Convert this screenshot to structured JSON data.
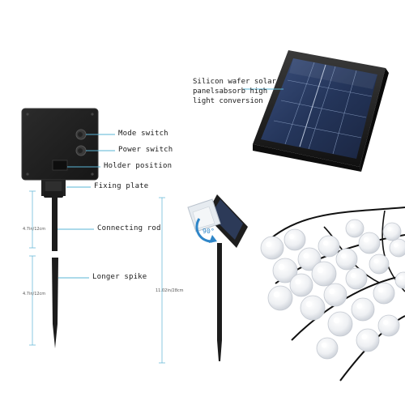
{
  "labels": {
    "solar_line1": "Silicon wafer solar",
    "solar_line2": "panelsabsorb high",
    "solar_line3": "light conversion",
    "mode_switch": "Mode switch",
    "power_switch": "Power switch",
    "holder_position": "Holder position",
    "fixing_plate": "Fixing plate",
    "connecting_rod": "Connecting rod",
    "longer_spike": "Longer spike"
  },
  "dimensions": {
    "upper_rod": "4.7in/12cm",
    "lower_spike": "4.7in/12cm",
    "total_height": "11.02in/28cm",
    "angle": "90°"
  },
  "colors": {
    "leader_line": "#5ab4d6",
    "device_dark": "#1e1e1e",
    "panel_blue": "#2d3f66",
    "angle_blue": "#2f86c8"
  },
  "icons": [
    "solar-panel-icon",
    "control-box-icon",
    "rotation-arrow-icon",
    "light-bulb-icon"
  ]
}
